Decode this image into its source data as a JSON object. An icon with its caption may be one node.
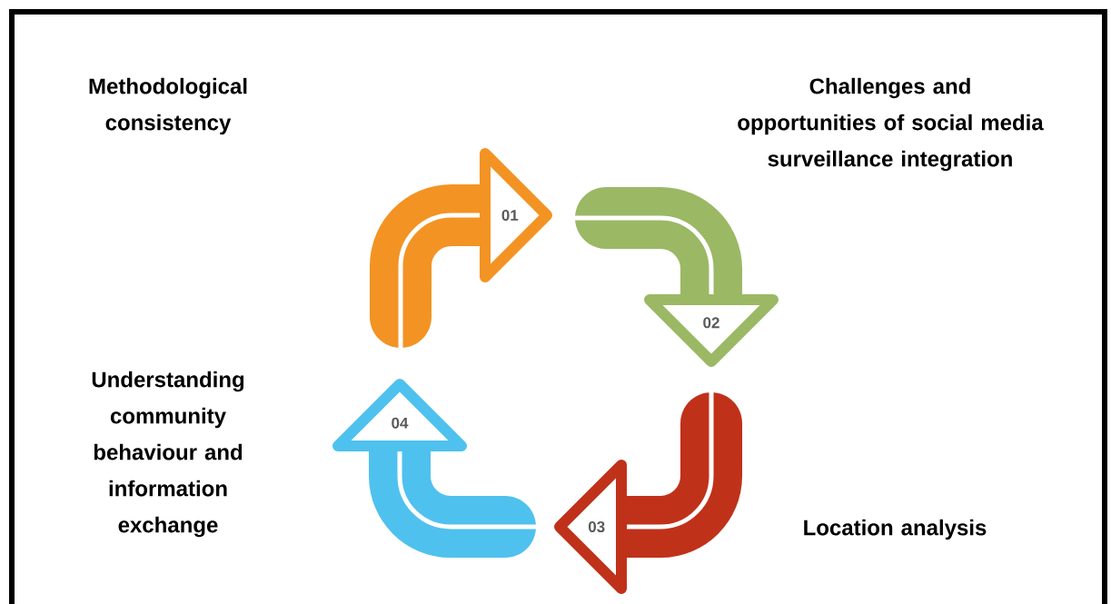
{
  "diagram": {
    "nodes": [
      {
        "text": [
          "01"
        ]
      },
      {
        "text": [
          "02"
        ]
      },
      {
        "text": [
          "03"
        ]
      },
      {
        "text": [
          "04"
        ]
      }
    ],
    "edges": [
      {
        "from": null,
        "to": 0,
        "arrow": "none",
        "color": "#f39323"
      },
      {
        "from": null,
        "to": 1,
        "arrow": "none",
        "color": "#9bb865"
      },
      {
        "from": null,
        "to": 2,
        "arrow": "none",
        "color": "#c0311a"
      },
      {
        "from": null,
        "to": 3,
        "arrow": "none",
        "color": "#4fc1ee"
      }
    ],
    "labels": [
      "Methodological consistency",
      "Challenges and opportunities of social media surveillance integration",
      "Understanding community behaviour and information exchange",
      "Location analysis"
    ]
  }
}
